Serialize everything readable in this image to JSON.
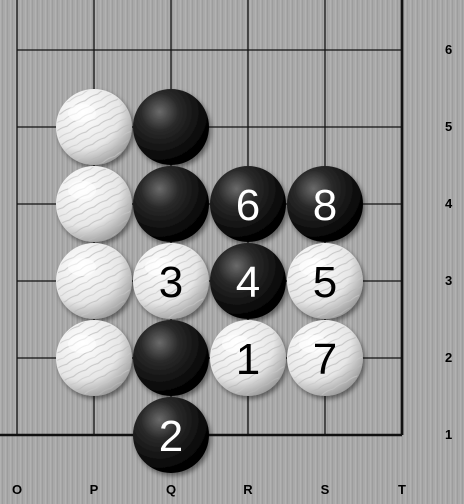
{
  "board": {
    "columns": [
      "O",
      "P",
      "Q",
      "R",
      "S",
      "T"
    ],
    "rows": [
      "6",
      "5",
      "4",
      "3",
      "2",
      "1"
    ],
    "colors": {
      "board": "#a9a9a9",
      "grid": "#111111",
      "black_stone": "#0a0a0a",
      "white_stone": "#f2f2f2"
    },
    "stones": [
      {
        "col": "P",
        "row": "5",
        "color": "white",
        "label": ""
      },
      {
        "col": "Q",
        "row": "5",
        "color": "black",
        "label": ""
      },
      {
        "col": "P",
        "row": "4",
        "color": "white",
        "label": ""
      },
      {
        "col": "Q",
        "row": "4",
        "color": "black",
        "label": ""
      },
      {
        "col": "R",
        "row": "4",
        "color": "black",
        "label": "6"
      },
      {
        "col": "S",
        "row": "4",
        "color": "black",
        "label": "8"
      },
      {
        "col": "P",
        "row": "3",
        "color": "white",
        "label": ""
      },
      {
        "col": "Q",
        "row": "3",
        "color": "white",
        "label": "3"
      },
      {
        "col": "R",
        "row": "3",
        "color": "black",
        "label": "4"
      },
      {
        "col": "S",
        "row": "3",
        "color": "white",
        "label": "5"
      },
      {
        "col": "P",
        "row": "2",
        "color": "white",
        "label": ""
      },
      {
        "col": "Q",
        "row": "2",
        "color": "black",
        "label": ""
      },
      {
        "col": "R",
        "row": "2",
        "color": "white",
        "label": "1"
      },
      {
        "col": "S",
        "row": "2",
        "color": "white",
        "label": "7"
      },
      {
        "col": "Q",
        "row": "1",
        "color": "black",
        "label": "2"
      }
    ]
  }
}
